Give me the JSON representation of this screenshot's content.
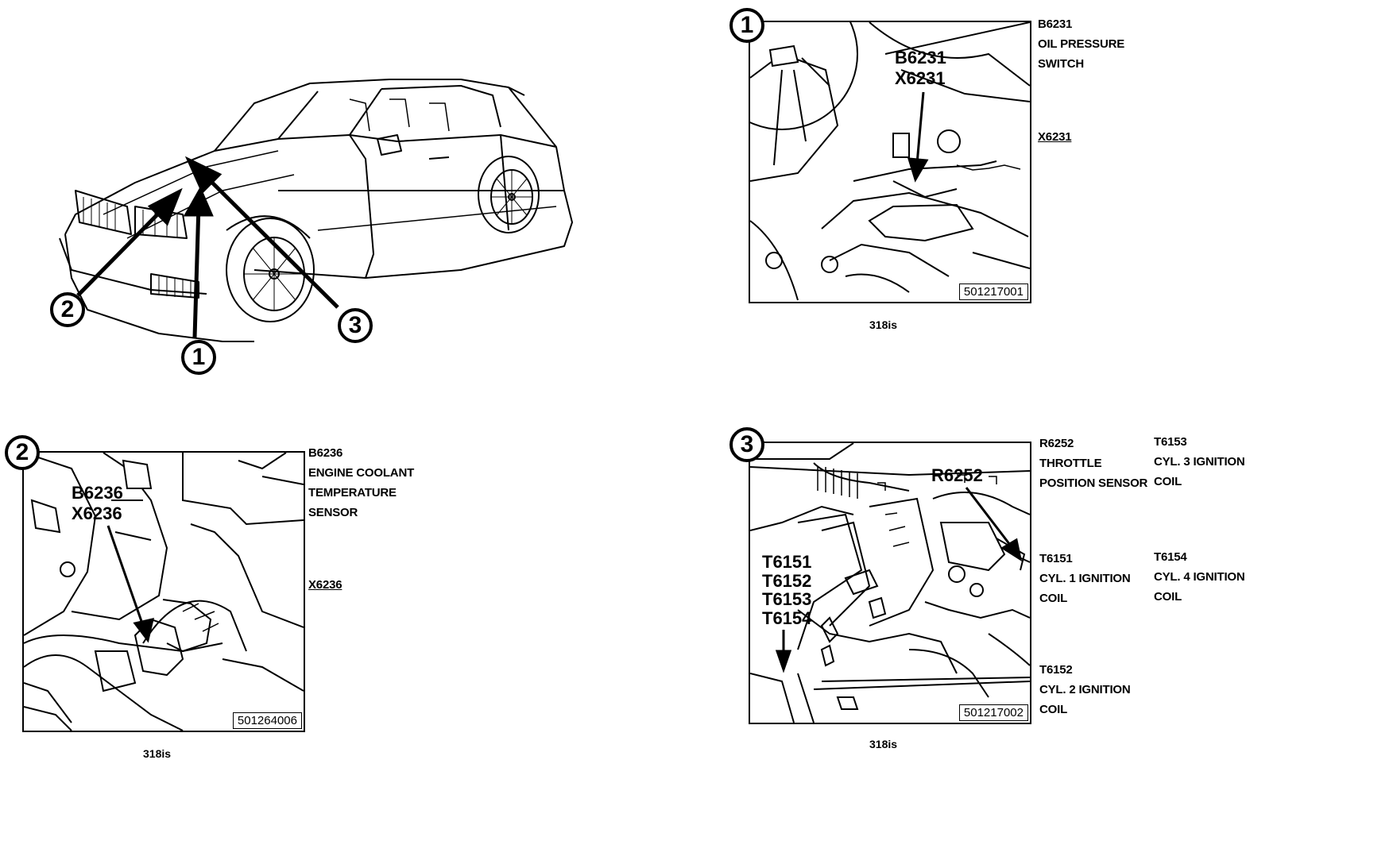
{
  "overview": {
    "callouts": [
      "1",
      "2",
      "3"
    ]
  },
  "panel1": {
    "number": "1",
    "callout_lines": [
      "B6231",
      "X6231"
    ],
    "ref_code": "501217001",
    "labels": [
      "B6231",
      "OIL PRESSURE",
      "SWITCH"
    ],
    "connector_label": "X6231",
    "caption": "318is"
  },
  "panel2": {
    "number": "2",
    "callout_lines": [
      "B6236",
      "X6236"
    ],
    "ref_code": "501264006",
    "labels": [
      "B6236",
      "ENGINE COOLANT",
      "TEMPERATURE",
      "SENSOR"
    ],
    "connector_label": "X6236",
    "caption": "318is"
  },
  "panel3": {
    "number": "3",
    "callout_r": "R6252",
    "callout_lines": [
      "T6151",
      "T6152",
      "T6153",
      "T6154"
    ],
    "ref_code": "501217002",
    "labels": {
      "r6252": [
        "R6252",
        "THROTTLE",
        "POSITION SENSOR"
      ],
      "t6153": [
        "T6153",
        "CYL. 3 IGNITION",
        "COIL"
      ],
      "t6151": [
        "T6151",
        "CYL. 1 IGNITION",
        "COIL"
      ],
      "t6154": [
        "T6154",
        "CYL. 4 IGNITION",
        "COIL"
      ],
      "t6152": [
        "T6152",
        "CYL. 2 IGNITION",
        "COIL"
      ]
    },
    "caption": "318is"
  }
}
